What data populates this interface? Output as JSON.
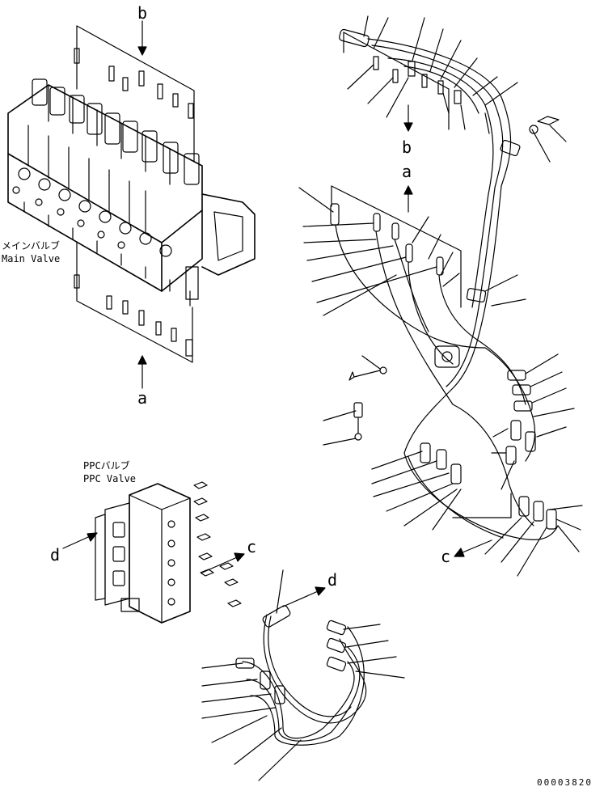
{
  "labels": {
    "main_valve_jp": "メインバルブ",
    "main_valve_en": "Main Valve",
    "ppc_valve_jp": "PPCバルブ",
    "ppc_valve_en": "PPC Valve",
    "a": "a",
    "b": "b",
    "c": "c",
    "d": "d",
    "drawing_code": "00003820"
  }
}
